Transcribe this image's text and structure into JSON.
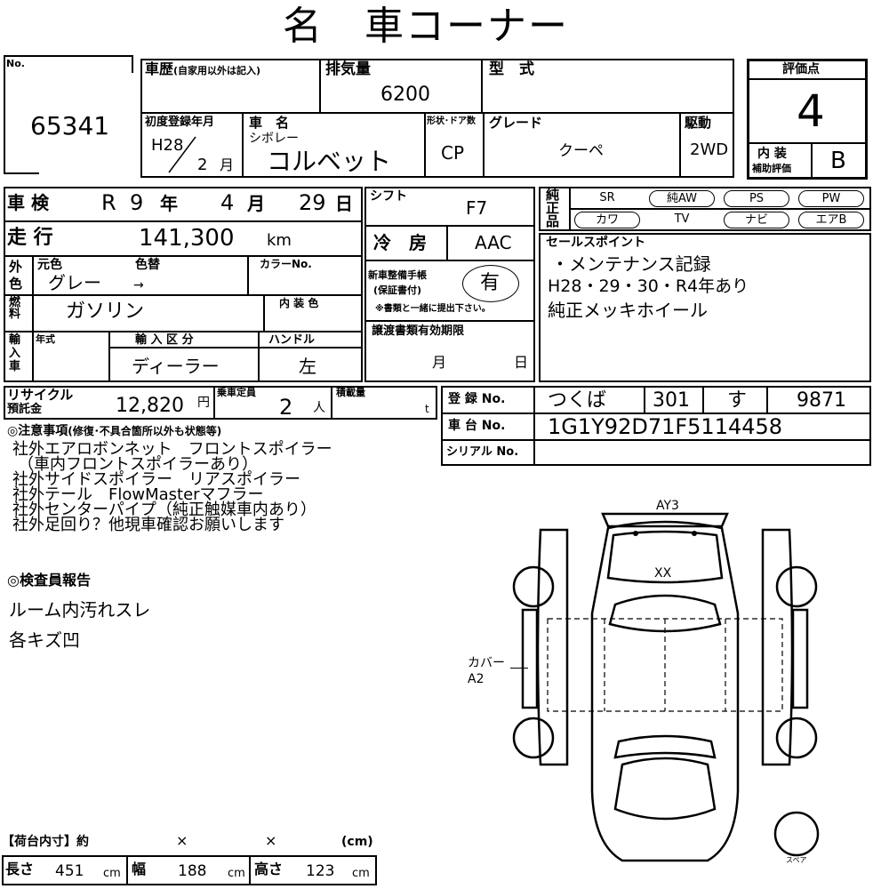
{
  "title": "名　車コーナー",
  "lot": {
    "label": "No.",
    "number": "65341"
  },
  "history": {
    "label": "車歴",
    "note": "(自家用以外は記入)",
    "value": ""
  },
  "displacement": {
    "label": "排気量",
    "value": "6200"
  },
  "model_type": {
    "label": "型　式",
    "value": ""
  },
  "rating": {
    "label": "評価点",
    "score": "4",
    "interior_label_1": "内 装",
    "interior_label_2": "補助評価",
    "interior": "B"
  },
  "first_reg": {
    "label": "初度登録年月",
    "era_year": "H28",
    "month": "2",
    "month_unit": "月"
  },
  "car_name": {
    "label": "車　名",
    "maker": "シボレー",
    "name": "コルベット"
  },
  "body": {
    "label": "形状･ドア数",
    "value": "CP"
  },
  "grade": {
    "label": "グレード",
    "value": "クーペ"
  },
  "drive": {
    "label": "駆動",
    "value": "2WD"
  },
  "inspection": {
    "label": "車 検",
    "era": "R",
    "year": "9",
    "year_unit": "年",
    "month": "4",
    "month_unit": "月",
    "day": "29",
    "day_unit": "日"
  },
  "shift": {
    "label": "シフト",
    "value": "F7"
  },
  "equipment": {
    "label": "純正品",
    "items": [
      {
        "label": "SR",
        "circled": false
      },
      {
        "label": "純AW",
        "circled": true
      },
      {
        "label": "PS",
        "circled": true
      },
      {
        "label": "PW",
        "circled": true
      },
      {
        "label": "カワ",
        "circled": true
      },
      {
        "label": "TV",
        "circled": false
      },
      {
        "label": "ナビ",
        "circled": true
      },
      {
        "label": "エアB",
        "circled": true
      }
    ]
  },
  "mileage": {
    "label": "走 行",
    "value": "141,300",
    "unit": "km"
  },
  "ac": {
    "label": "冷　房",
    "value": "AAC"
  },
  "sales_points": {
    "label": "セールスポイント",
    "lines": [
      "・メンテナンス記録",
      "H28・29・30・R4年あり",
      "純正メッキホイール"
    ]
  },
  "exterior_color": {
    "label": "外色",
    "orig_label": "元色",
    "change_label": "色替",
    "color_no_label": "カラーNo.",
    "orig": "グレー",
    "change": "→"
  },
  "fuel": {
    "label": "燃料",
    "value": "ガソリン",
    "interior_color_label": "内 装 色",
    "interior_color": ""
  },
  "maintenance": {
    "label": "新車整備手帳",
    "label2": "(保証書付)",
    "value": "有",
    "note": "※書類と一緒に提出下さい。"
  },
  "import": {
    "label": "輸入車",
    "year_label": "年式",
    "type_label": "輸 入 区 分",
    "type": "ディーラー",
    "handle_label": "ハンドル",
    "handle": "左"
  },
  "transfer": {
    "label": "譲渡書類有効期限",
    "month_unit": "月",
    "day_unit": "日"
  },
  "recycle": {
    "label": "リサイクル",
    "label2": "預託金",
    "value": "12,820",
    "unit": "円"
  },
  "capacity": {
    "label": "乗車定員",
    "value": "2",
    "unit": "人"
  },
  "load": {
    "label": "積載量",
    "unit": "t"
  },
  "registration": {
    "label": "登 録 No.",
    "office": "つくば",
    "class": "301",
    "kana": "す",
    "number": "9871"
  },
  "chassis": {
    "label": "車 台 No.",
    "value": "1G1Y92D71F5114458"
  },
  "serial": {
    "label": "シリアル No.",
    "value": ""
  },
  "caution": {
    "label": "◎注意事項",
    "sub": "(修復･不具合箇所以外も状態等)",
    "lines": [
      "社外エアロボンネット　フロントスポイラー",
      "（車内フロントスポイラーあり）",
      "社外サイドスポイラー　リアスポイラー",
      "社外テール　FlowMasterマフラー",
      "社外センターパイプ（純正触媒車内あり）",
      "社外足回り？他現車確認お願いします"
    ]
  },
  "inspector": {
    "label": "◎検査員報告",
    "lines": [
      "ルーム内汚れスレ",
      "各キズ凹"
    ]
  },
  "diagram": {
    "top_mark": "AY3",
    "roof_mark": "XX",
    "side_mark_1": "カバー",
    "side_mark_2": "A2",
    "spare_label": "スペア"
  },
  "cargo": {
    "label": "【荷台内寸】約",
    "sep": "×",
    "unit_label": "(cm)"
  },
  "dimensions": {
    "length_label": "長さ",
    "length": "451",
    "width_label": "幅",
    "width": "188",
    "height_label": "高さ",
    "height": "123",
    "unit": "cm"
  }
}
